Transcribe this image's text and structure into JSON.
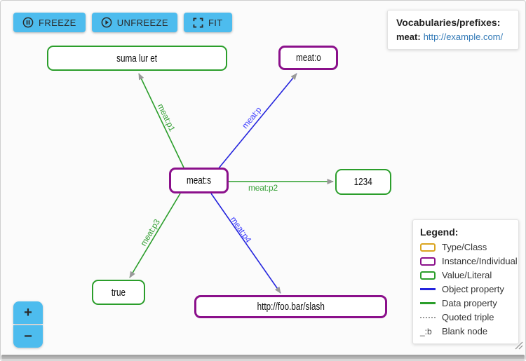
{
  "toolbar": {
    "freeze_label": "FREEZE",
    "unfreeze_label": "UNFREEZE",
    "fit_label": "FIT"
  },
  "vocabularies": {
    "title": "Vocabularies/prefixes:",
    "prefixes": [
      {
        "prefix": "meat:",
        "uri": "http://example.com/"
      }
    ]
  },
  "graph": {
    "nodes": [
      {
        "id": "lit-string",
        "label": "suma lur et",
        "type": "literal"
      },
      {
        "id": "meat-o",
        "label": "meat:o",
        "type": "instance"
      },
      {
        "id": "meat-s",
        "label": "meat:s",
        "type": "instance"
      },
      {
        "id": "lit-number",
        "label": "1234",
        "type": "literal"
      },
      {
        "id": "lit-boolean",
        "label": "true",
        "type": "literal"
      },
      {
        "id": "slash-iri",
        "label": "http://foo.bar/slash",
        "type": "instance"
      }
    ],
    "edges": [
      {
        "label": "meat:p1",
        "type": "data-property",
        "from": "meat-s",
        "to": "lit-string"
      },
      {
        "label": "meat:p",
        "type": "object-property",
        "from": "meat-s",
        "to": "meat-o"
      },
      {
        "label": "meat:p2",
        "type": "data-property",
        "from": "meat-s",
        "to": "lit-number"
      },
      {
        "label": "meat:p3",
        "type": "data-property",
        "from": "meat-s",
        "to": "lit-boolean"
      },
      {
        "label": "meat:p4",
        "type": "object-property",
        "from": "meat-s",
        "to": "slash-iri"
      }
    ]
  },
  "legend": {
    "title": "Legend:",
    "items": [
      {
        "label": "Type/Class",
        "swatch": "rect",
        "color": "#daa520"
      },
      {
        "label": "Instance/Individual",
        "swatch": "rect",
        "color": "#8b108b"
      },
      {
        "label": "Value/Literal",
        "swatch": "rect",
        "color": "#2b9e2b"
      },
      {
        "label": "Object property",
        "swatch": "line",
        "color": "#2424dd"
      },
      {
        "label": "Data property",
        "swatch": "line",
        "color": "#2b9e2b"
      },
      {
        "label": "Quoted triple",
        "swatch": "dotted",
        "color": "#9a9a9a"
      },
      {
        "label": "Blank node",
        "swatch": "text",
        "symbol": "_:b"
      }
    ]
  },
  "zoom_controls": {
    "zoom_in": "+",
    "zoom_out": "−"
  },
  "colors": {
    "button_blue": "#4dbcee",
    "object_property_blue": "#2424dd",
    "data_property_green": "#2b9e2b",
    "instance_purple": "#8b108b",
    "literal_green": "#2b9e2b",
    "type_gold": "#daa520",
    "arrowhead_gray": "#999999",
    "link_blue": "#337ab7"
  }
}
